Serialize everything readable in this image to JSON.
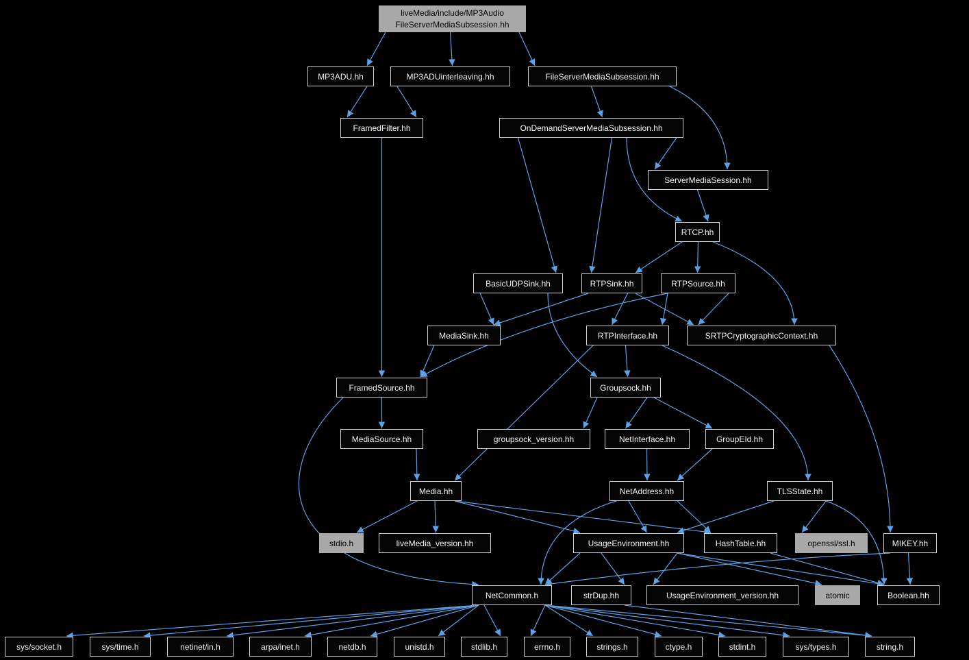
{
  "graph": {
    "title": "Include dependency graph for liveMedia/include/MP3AudioFileServerMediaSubsession.hh",
    "colors": {
      "background": "#000000",
      "edge": "#5da2e6",
      "node_background": "#050505",
      "node_text": "#f2f2f2",
      "node_border": "#d0d4d8",
      "gray_node_background": "#a9a9a9",
      "gray_node_text": "#000000"
    },
    "nodes": [
      {
        "id": "main",
        "label": "liveMedia/include/MP3Audio\nFileServerMediaSubsession.hh",
        "style": "current"
      },
      {
        "id": "mp3adu",
        "label": "MP3ADU.hh",
        "style": "normal"
      },
      {
        "id": "mp3interleave",
        "label": "MP3ADUinterleaving.hh",
        "style": "normal"
      },
      {
        "id": "fileserver",
        "label": "FileServerMediaSubsession.hh",
        "style": "normal"
      },
      {
        "id": "framedfilter",
        "label": "FramedFilter.hh",
        "style": "normal"
      },
      {
        "id": "ondemand",
        "label": "OnDemandServerMediaSubsession.hh",
        "style": "normal"
      },
      {
        "id": "sms",
        "label": "ServerMediaSession.hh",
        "style": "normal"
      },
      {
        "id": "rtcp",
        "label": "RTCP.hh",
        "style": "normal"
      },
      {
        "id": "basicudp",
        "label": "BasicUDPSink.hh",
        "style": "normal"
      },
      {
        "id": "rtpsink",
        "label": "RTPSink.hh",
        "style": "normal"
      },
      {
        "id": "rtpsource",
        "label": "RTPSource.hh",
        "style": "normal"
      },
      {
        "id": "mediasink",
        "label": "MediaSink.hh",
        "style": "normal"
      },
      {
        "id": "rtpinterface",
        "label": "RTPInterface.hh",
        "style": "normal"
      },
      {
        "id": "srtp",
        "label": "SRTPCryptographicContext.hh",
        "style": "normal"
      },
      {
        "id": "framedsource",
        "label": "FramedSource.hh",
        "style": "normal"
      },
      {
        "id": "groupsock",
        "label": "Groupsock.hh",
        "style": "normal"
      },
      {
        "id": "mediasource",
        "label": "MediaSource.hh",
        "style": "normal"
      },
      {
        "id": "gsversion",
        "label": "groupsock_version.hh",
        "style": "normal"
      },
      {
        "id": "netinterface",
        "label": "NetInterface.hh",
        "style": "normal"
      },
      {
        "id": "groupeid",
        "label": "GroupEId.hh",
        "style": "normal"
      },
      {
        "id": "media",
        "label": "Media.hh",
        "style": "normal"
      },
      {
        "id": "netaddress",
        "label": "NetAddress.hh",
        "style": "normal"
      },
      {
        "id": "tlsstate",
        "label": "TLSState.hh",
        "style": "normal"
      },
      {
        "id": "stdio",
        "label": "stdio.h",
        "style": "external"
      },
      {
        "id": "lmversion",
        "label": "liveMedia_version.hh",
        "style": "normal"
      },
      {
        "id": "usageenv",
        "label": "UsageEnvironment.hh",
        "style": "normal"
      },
      {
        "id": "hashtable",
        "label": "HashTable.hh",
        "style": "normal"
      },
      {
        "id": "openssl",
        "label": "openssl/ssl.h",
        "style": "external"
      },
      {
        "id": "mikey",
        "label": "MIKEY.hh",
        "style": "normal"
      },
      {
        "id": "netcommon",
        "label": "NetCommon.h",
        "style": "normal"
      },
      {
        "id": "strdup",
        "label": "strDup.hh",
        "style": "normal"
      },
      {
        "id": "ueversion",
        "label": "UsageEnvironment_version.hh",
        "style": "normal"
      },
      {
        "id": "atomic",
        "label": "atomic",
        "style": "external"
      },
      {
        "id": "boolean",
        "label": "Boolean.hh",
        "style": "normal"
      },
      {
        "id": "h_syssocket",
        "label": "sys/socket.h",
        "style": "normal"
      },
      {
        "id": "h_systime",
        "label": "sys/time.h",
        "style": "normal"
      },
      {
        "id": "h_netinet",
        "label": "netinet/in.h",
        "style": "normal"
      },
      {
        "id": "h_arpa",
        "label": "arpa/inet.h",
        "style": "normal"
      },
      {
        "id": "h_netdb",
        "label": "netdb.h",
        "style": "normal"
      },
      {
        "id": "h_unistd",
        "label": "unistd.h",
        "style": "normal"
      },
      {
        "id": "h_stdlib",
        "label": "stdlib.h",
        "style": "normal"
      },
      {
        "id": "h_errno",
        "label": "errno.h",
        "style": "normal"
      },
      {
        "id": "h_strings",
        "label": "strings.h",
        "style": "normal"
      },
      {
        "id": "h_ctype",
        "label": "ctype.h",
        "style": "normal"
      },
      {
        "id": "h_stdint",
        "label": "stdint.h",
        "style": "normal"
      },
      {
        "id": "h_systypes",
        "label": "sys/types.h",
        "style": "normal"
      },
      {
        "id": "h_string",
        "label": "string.h",
        "style": "normal"
      }
    ],
    "edges": [
      {
        "from": "main",
        "to": "mp3adu"
      },
      {
        "from": "main",
        "to": "mp3interleave"
      },
      {
        "from": "main",
        "to": "fileserver"
      },
      {
        "from": "mp3adu",
        "to": "framedfilter"
      },
      {
        "from": "mp3interleave",
        "to": "framedfilter"
      },
      {
        "from": "fileserver",
        "to": "ondemand"
      },
      {
        "from": "fileserver",
        "to": "sms"
      },
      {
        "from": "ondemand",
        "to": "sms"
      },
      {
        "from": "ondemand",
        "to": "basicudp"
      },
      {
        "from": "ondemand",
        "to": "rtpsink"
      },
      {
        "from": "ondemand",
        "to": "rtcp"
      },
      {
        "from": "sms",
        "to": "rtcp"
      },
      {
        "from": "rtcp",
        "to": "rtpsink"
      },
      {
        "from": "rtcp",
        "to": "rtpsource"
      },
      {
        "from": "rtcp",
        "to": "srtp"
      },
      {
        "from": "basicudp",
        "to": "mediasink"
      },
      {
        "from": "basicudp",
        "to": "groupsock"
      },
      {
        "from": "rtpsink",
        "to": "mediasink"
      },
      {
        "from": "rtpsink",
        "to": "rtpinterface"
      },
      {
        "from": "rtpsink",
        "to": "srtp"
      },
      {
        "from": "rtpsource",
        "to": "rtpinterface"
      },
      {
        "from": "rtpsource",
        "to": "srtp"
      },
      {
        "from": "rtpsource",
        "to": "framedsource"
      },
      {
        "from": "mediasink",
        "to": "framedsource"
      },
      {
        "from": "rtpinterface",
        "to": "groupsock"
      },
      {
        "from": "rtpinterface",
        "to": "media"
      },
      {
        "from": "rtpinterface",
        "to": "tlsstate"
      },
      {
        "from": "srtp",
        "to": "mikey"
      },
      {
        "from": "framedfilter",
        "to": "framedsource"
      },
      {
        "from": "framedsource",
        "to": "mediasource"
      },
      {
        "from": "framedsource",
        "to": "netcommon"
      },
      {
        "from": "mediasource",
        "to": "media"
      },
      {
        "from": "groupsock",
        "to": "gsversion"
      },
      {
        "from": "groupsock",
        "to": "netinterface"
      },
      {
        "from": "groupsock",
        "to": "groupeid"
      },
      {
        "from": "netinterface",
        "to": "netaddress"
      },
      {
        "from": "groupeid",
        "to": "netaddress"
      },
      {
        "from": "media",
        "to": "stdio"
      },
      {
        "from": "media",
        "to": "lmversion"
      },
      {
        "from": "media",
        "to": "usageenv"
      },
      {
        "from": "media",
        "to": "hashtable"
      },
      {
        "from": "netaddress",
        "to": "usageenv"
      },
      {
        "from": "netaddress",
        "to": "hashtable"
      },
      {
        "from": "netaddress",
        "to": "netcommon"
      },
      {
        "from": "tlsstate",
        "to": "openssl"
      },
      {
        "from": "tlsstate",
        "to": "usageenv"
      },
      {
        "from": "tlsstate",
        "to": "boolean"
      },
      {
        "from": "usageenv",
        "to": "netcommon"
      },
      {
        "from": "usageenv",
        "to": "strdup"
      },
      {
        "from": "usageenv",
        "to": "ueversion"
      },
      {
        "from": "usageenv",
        "to": "atomic"
      },
      {
        "from": "usageenv",
        "to": "boolean"
      },
      {
        "from": "hashtable",
        "to": "boolean"
      },
      {
        "from": "mikey",
        "to": "boolean"
      },
      {
        "from": "mikey",
        "to": "netcommon"
      },
      {
        "from": "strdup",
        "to": "h_string"
      },
      {
        "from": "netcommon",
        "to": "h_syssocket"
      },
      {
        "from": "netcommon",
        "to": "h_systime"
      },
      {
        "from": "netcommon",
        "to": "h_netinet"
      },
      {
        "from": "netcommon",
        "to": "h_arpa"
      },
      {
        "from": "netcommon",
        "to": "h_netdb"
      },
      {
        "from": "netcommon",
        "to": "h_unistd"
      },
      {
        "from": "netcommon",
        "to": "h_stdlib"
      },
      {
        "from": "netcommon",
        "to": "h_errno"
      },
      {
        "from": "netcommon",
        "to": "h_strings"
      },
      {
        "from": "netcommon",
        "to": "h_ctype"
      },
      {
        "from": "netcommon",
        "to": "h_stdint"
      },
      {
        "from": "netcommon",
        "to": "h_systypes"
      },
      {
        "from": "netcommon",
        "to": "h_string"
      }
    ]
  }
}
